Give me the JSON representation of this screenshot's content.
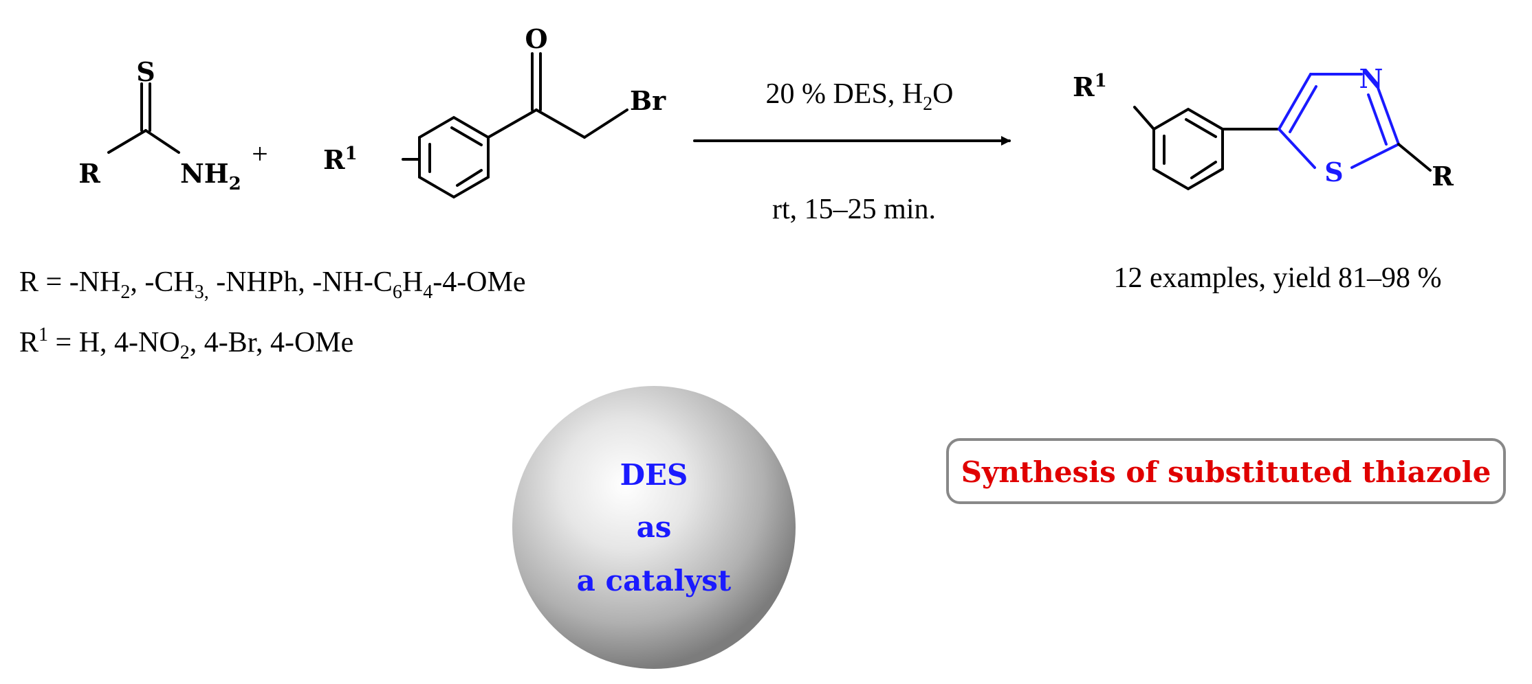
{
  "reactant1": {
    "sulfur": "S",
    "r_group": "R",
    "amine": "NH",
    "amine_sub": "2"
  },
  "plus_sign": "+",
  "reactant2": {
    "oxygen": "O",
    "bromine": "Br",
    "r1": "R",
    "r1_sup": "1"
  },
  "conditions": {
    "top": "20 % DES, H",
    "top_sub": "2",
    "top_end": "O",
    "bottom": "rt, 15–25 min."
  },
  "product": {
    "r1": "R",
    "r1_sup": "1",
    "nitrogen": "N",
    "sulfur": "S",
    "r_group": "R"
  },
  "yield_text": "12 examples, yield 81–98 %",
  "substituents": {
    "r_line": {
      "a": "R = -NH",
      "a_sub": "2",
      "b": ", -CH",
      "b_sub": "3,",
      "c": " -NHPh, -NH-C",
      "c_sub": "6",
      "d": "H",
      "d_sub": "4",
      "e": "-4-OMe"
    },
    "r1_line": {
      "a": "R",
      "a_sup": "1",
      "b": " = H, 4-NO",
      "b_sub": "2",
      "c": ", 4-Br, 4-OMe"
    }
  },
  "catalyst": {
    "line1": "DES",
    "line2": "as",
    "line3": "a catalyst"
  },
  "synthesis_label": "Synthesis of substituted thiazole",
  "colors": {
    "thiazole": "#1a1aff",
    "catalyst_text": "#1a1aff",
    "synthesis_text": "#e00000",
    "box_border": "#888888"
  }
}
